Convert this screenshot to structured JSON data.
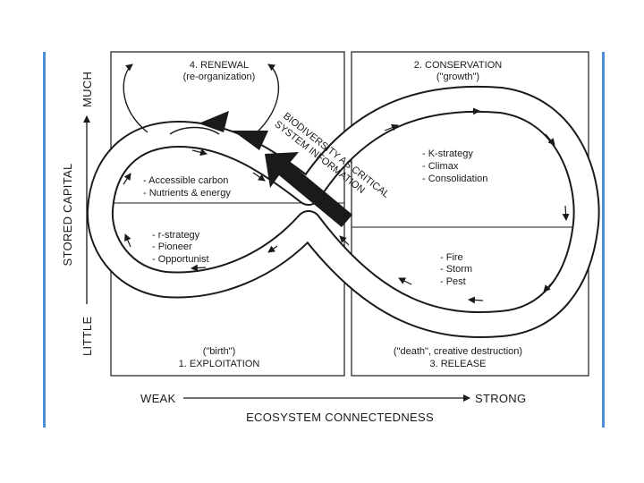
{
  "colors": {
    "frame_line": "#4a90d9",
    "ink": "#1a1a1a",
    "band": "#ffffff"
  },
  "panels": {
    "renewal": {
      "title": "4. RENEWAL",
      "subtitle": "(re-organization)"
    },
    "conservation": {
      "title": "2. CONSERVATION",
      "subtitle": "(\"growth\")"
    },
    "exploitation": {
      "subtitle": "(\"birth\")",
      "title": "1. EXPLOITATION"
    },
    "release": {
      "subtitle": "(\"death\", creative destruction)",
      "title": "3. RELEASE"
    }
  },
  "lists": {
    "exploitation_top": [
      "- Accessible carbon",
      "- Nutrients & energy"
    ],
    "exploitation_bottom": [
      "- r-strategy",
      "- Pioneer",
      "- Opportunist"
    ],
    "conservation": [
      "- K-strategy",
      "- Climax",
      "- Consolidation"
    ],
    "release": [
      "- Fire",
      "- Storm",
      "- Pest"
    ]
  },
  "biodiversity_label": [
    "BIODIVERSITY AS CRITICAL",
    "SYSTEM INFORMATION"
  ],
  "axes": {
    "x_title": "ECOSYSTEM CONNECTEDNESS",
    "x_low": "WEAK",
    "x_high": "STRONG",
    "y_title": "STORED CAPITAL",
    "y_low": "LITTLE",
    "y_high": "MUCH"
  }
}
